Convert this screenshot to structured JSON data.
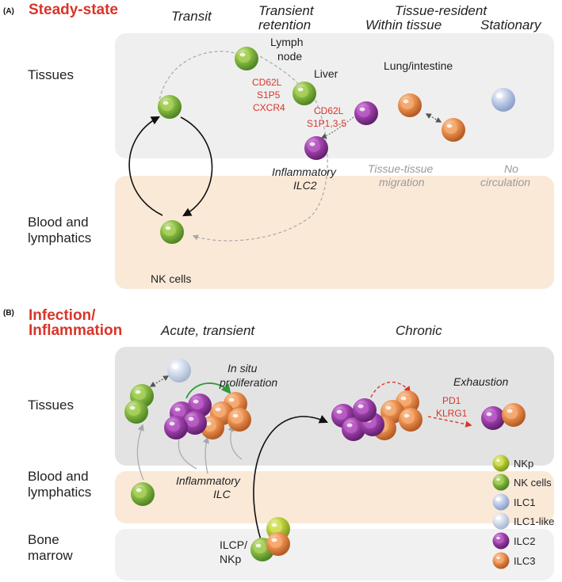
{
  "panelA": {
    "letter": "(A)",
    "title": "Steady-state",
    "columns": {
      "transit": "Transit",
      "transient_line1": "Transient",
      "transient_line2": "retention",
      "tissue_resident": "Tissue-resident",
      "within_tissue": "Within tissue",
      "stationary": "Stationary"
    },
    "rows": {
      "tissues": "Tissues",
      "blood_line1": "Blood and",
      "blood_line2": "lymphatics"
    },
    "labels": {
      "lymph_line1": "Lymph",
      "lymph_line2": "node",
      "liver": "Liver",
      "lung": "Lung/intestine",
      "markers1": [
        "CD62L",
        "S1P5",
        "CXCR4"
      ],
      "markers2": [
        "CD62L",
        "S1P1,3-5"
      ],
      "inflam_line1": "Inflammatory",
      "inflam_line2": "ILC2",
      "tt_line1": "Tissue-tissue",
      "tt_line2": "migration",
      "nc_line1": "No",
      "nc_line2": "circulation",
      "nk": "NK cells"
    }
  },
  "panelB": {
    "letter": "(B)",
    "title_line1": "Infection/",
    "title_line2": "Inflammation",
    "acute": "Acute, transient",
    "chronic": "Chronic",
    "rows": {
      "tissues": "Tissues",
      "blood_line1": "Blood and",
      "blood_line2": "lymphatics",
      "bone_line1": "Bone",
      "bone_line2": "marrow"
    },
    "labels": {
      "insitu_line1": "In situ",
      "insitu_line2": "proliferation",
      "exhaustion": "Exhaustion",
      "exh_markers": [
        "PD1",
        "KLRG1"
      ],
      "inflam_line1": "Inflammatory",
      "inflam_line2": "ILC",
      "ilcp_line1": "ILCP/",
      "ilcp_line2": "NKp"
    }
  },
  "legend": [
    {
      "label": "NKp",
      "color": "#b5cc3a"
    },
    {
      "label": "NK cells",
      "color": "#7fae45"
    },
    {
      "label": "ILC1",
      "color": "#a9bde0"
    },
    {
      "label": "ILC1-like",
      "color": "#c5d2e6"
    },
    {
      "label": "ILC2",
      "color": "#9a3aa6"
    },
    {
      "label": "ILC3",
      "color": "#e88a4a"
    }
  ],
  "colors": {
    "accent_red": "#d8352a",
    "tissue_bg": "#efefef",
    "blood_bg": "#fbe9d8"
  }
}
